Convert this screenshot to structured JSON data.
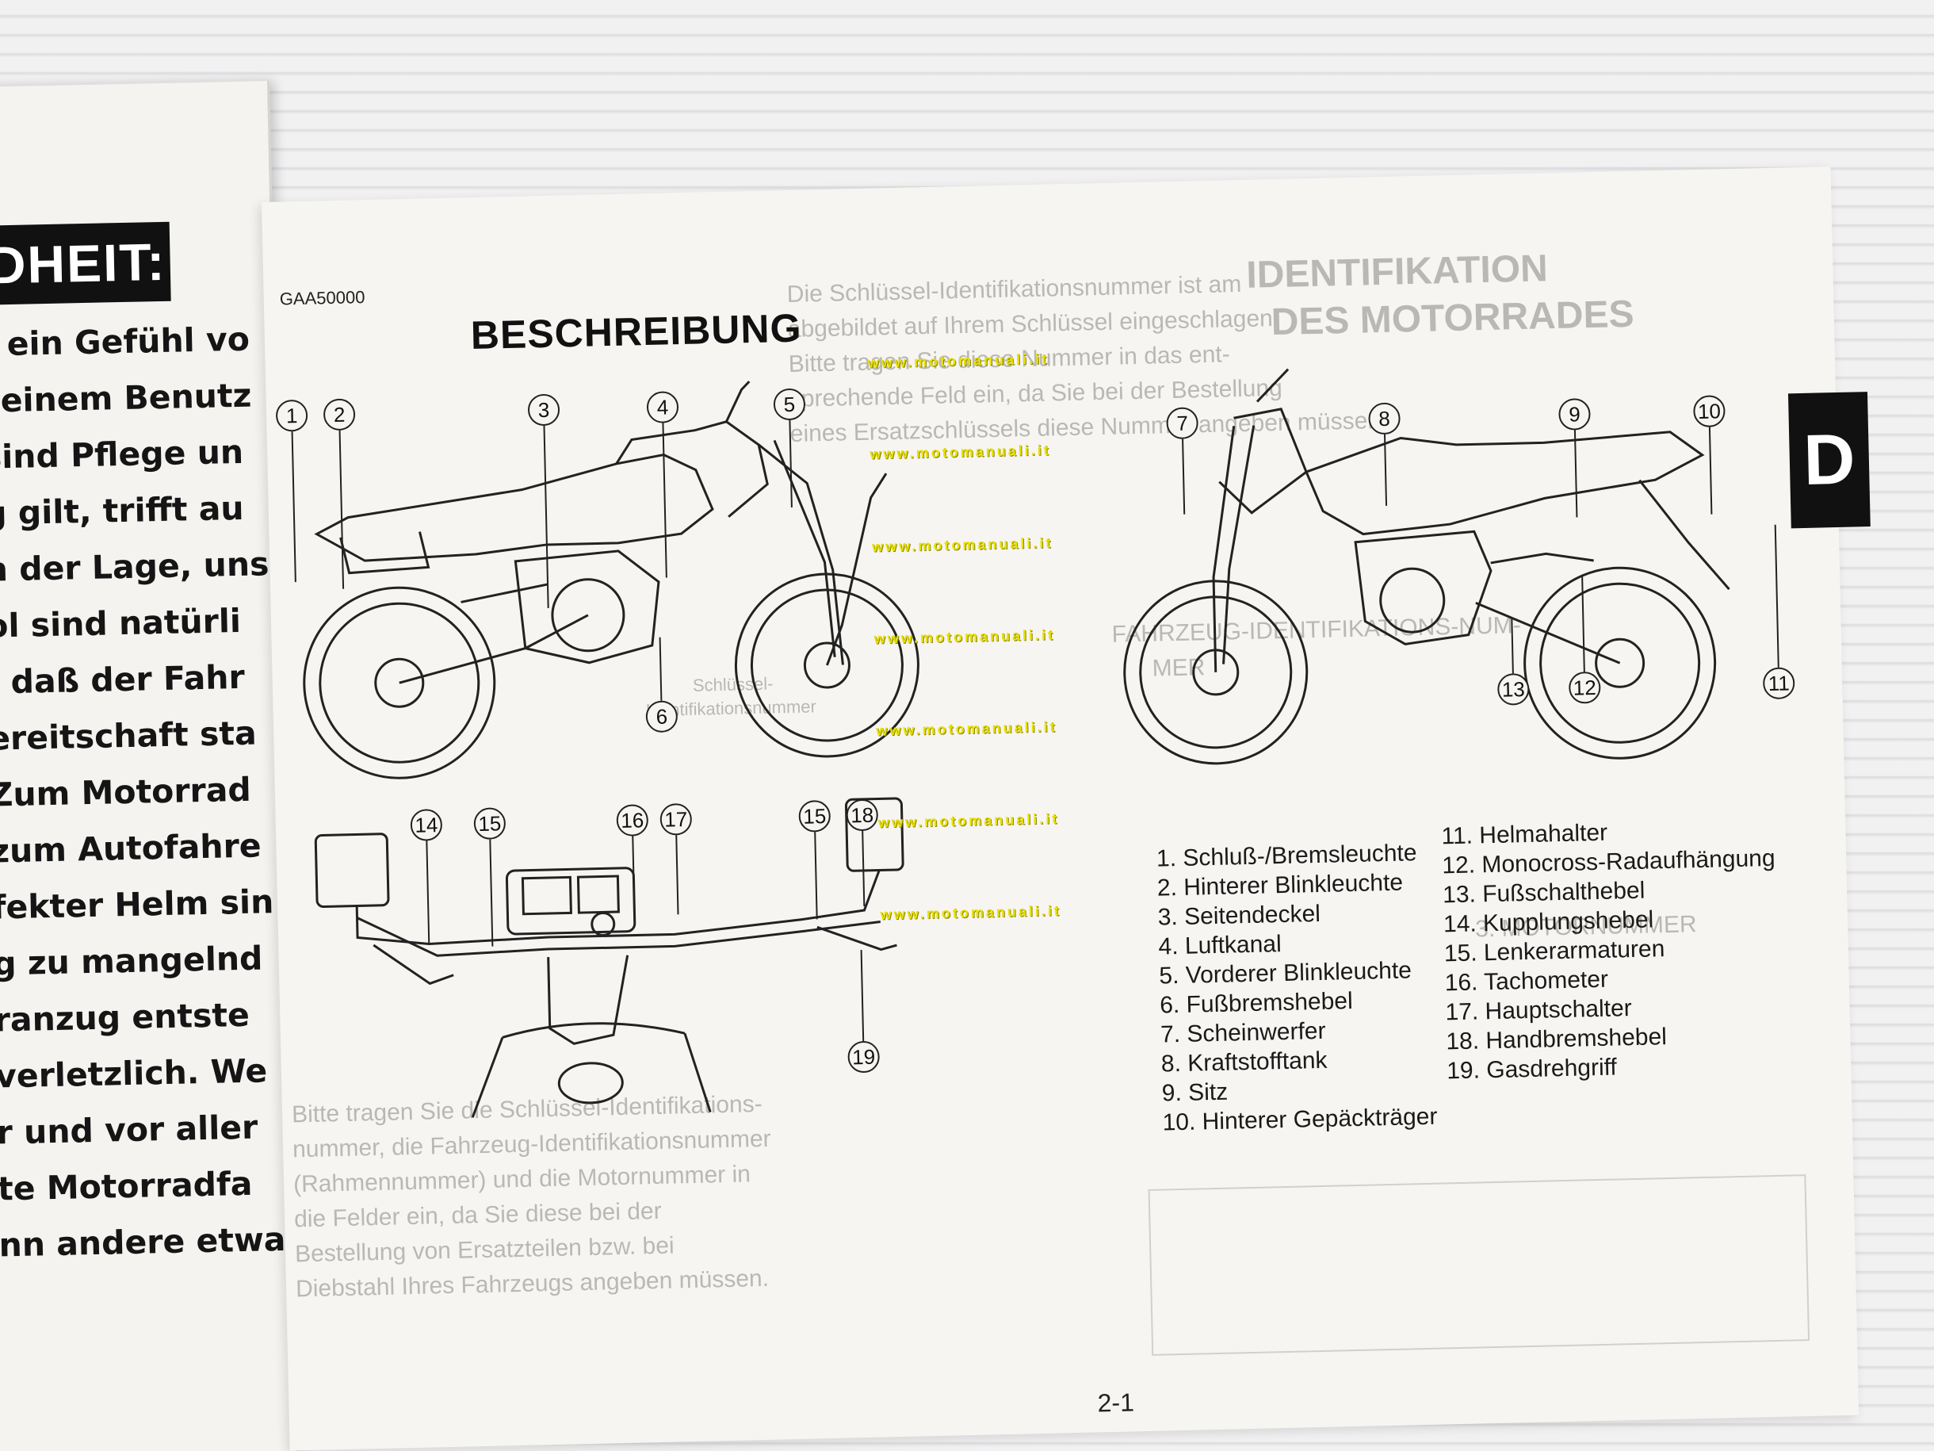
{
  "left_page": {
    "heading": "DHEIT:",
    "lines": [
      "t ein Gefühl vo",
      "seinem Benutz",
      "sind Pflege un",
      "g gilt, trifft au",
      "n der Lage, uns",
      "ol sind natürli",
      ", daß der Fahr",
      "ereitschaft sta",
      " Zum Motorrad",
      "zum Autofahre",
      "fekter Helm sin",
      "g zu mangelnd",
      "ranzug entste",
      "verletzlich. We",
      "r und vor aller",
      "te Motorradfa",
      "nn andere etwa"
    ]
  },
  "page": {
    "code": "GAA50000",
    "title": "BESCHREIBUNG",
    "section_tab": "D",
    "page_number": "2-1"
  },
  "ghost_text": {
    "right_title_1": "IDENTIFIKATION",
    "right_title_2": "DES MOTORRADES",
    "mid_1": "Die Schlüssel-Identifikationsnummer ist am",
    "mid_2": "abgebildet auf Ihrem Schlüssel eingeschlagen",
    "mid_3": "Bitte tragen Sie diese Nummer in das ent-",
    "mid_4": "sprechende Feld ein, da Sie bei der Bestellung",
    "mid_5": "eines Ersatzschlüssels diese Nummer angeben müssen.",
    "bottom_1": "Bitte tragen Sie die Schlüssel-Identifikations-",
    "bottom_2": "nummer, die Fahrzeug-Identifikationsnummer",
    "bottom_3": "(Rahmennummer) und die Motornummer in",
    "bottom_4": "die Felder ein, da Sie diese bei der",
    "bottom_5": "Bestellung von Ersatzteilen bzw. bei",
    "bottom_6": "Diebstahl Ihres Fahrzeugs angeben müssen.",
    "right_1": "FAHRZEUG-IDENTIFIKATIONS-NUM-",
    "right_2": "MER",
    "right_3": "3. MOTORNUMMER",
    "key_label_1": "Schlüssel-",
    "key_label_2": "Identifikationsnummer"
  },
  "watermark": "www.motomanuali.it",
  "callouts": [
    "1",
    "2",
    "3",
    "4",
    "5",
    "6",
    "7",
    "8",
    "9",
    "10",
    "11",
    "12",
    "13",
    "14",
    "15",
    "16",
    "17",
    "15",
    "18",
    "19"
  ],
  "parts_left": [
    "1.  Schluß-/Bremsleuchte",
    "2.  Hinterer Blinkleuchte",
    "3.  Seitendeckel",
    "4.  Luftkanal",
    "5.  Vorderer Blinkleuchte",
    "6.  Fußbremshebel",
    "7.  Scheinwerfer",
    "8.  Kraftstofftank",
    "9.  Sitz",
    "10.  Hinterer Gepäckträger"
  ],
  "parts_right": [
    "11.  Helmahalter",
    "12.  Monocross-Radaufhängung",
    "13.  Fußschalthebel",
    "14.  Kupplungshebel",
    "15.  Lenkerarmaturen",
    "16.  Tachometer",
    "17.  Hauptschalter",
    "18.  Handbremshebel",
    "19.  Gasdrehgriff"
  ]
}
